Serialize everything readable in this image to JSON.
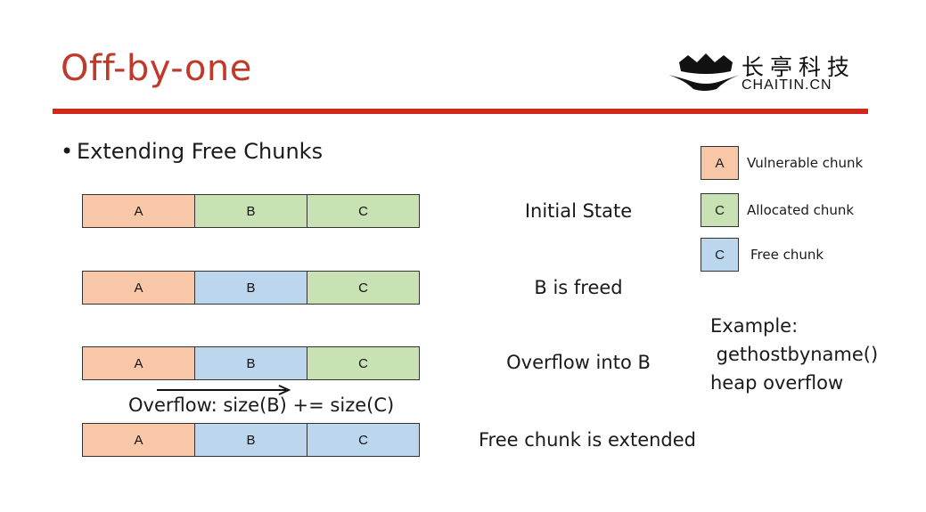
{
  "title": "Off-by-one",
  "logo": {
    "cn": "长亭科技",
    "en": "CHAITIN.CN"
  },
  "bullet": "Extending Free Chunks",
  "rows": [
    {
      "state": "Initial State",
      "cells": [
        {
          "label": "A",
          "kind": "vuln"
        },
        {
          "label": "B",
          "kind": "alloc"
        },
        {
          "label": "C",
          "kind": "alloc"
        }
      ]
    },
    {
      "state": "B is freed",
      "cells": [
        {
          "label": "A",
          "kind": "vuln"
        },
        {
          "label": "B",
          "kind": "free"
        },
        {
          "label": "C",
          "kind": "alloc"
        }
      ]
    },
    {
      "state": "Overflow into B",
      "cells": [
        {
          "label": "A",
          "kind": "vuln"
        },
        {
          "label": "B",
          "kind": "free"
        },
        {
          "label": "C",
          "kind": "alloc"
        }
      ]
    },
    {
      "state": "Free chunk is extended",
      "cells": [
        {
          "label": "A",
          "kind": "vuln"
        },
        {
          "label": "B",
          "kind": "free"
        },
        {
          "label": "C",
          "kind": "free"
        }
      ]
    }
  ],
  "overflow_note": "Overflow: size(B) += size(C)",
  "legend": [
    {
      "letter": "A",
      "label": "Vulnerable chunk",
      "color": "#f7c7a8"
    },
    {
      "letter": "C",
      "label": "Allocated chunk",
      "color": "#c9e2b4"
    },
    {
      "letter": "C",
      "label": "Free chunk",
      "color": "#bcd6ee"
    }
  ],
  "example": "Example:\n gethostbyname()\nheap overflow",
  "colors": {
    "title": "#c0392b",
    "rule": "#d0281a",
    "vulnerable": "#f7c7a8",
    "allocated": "#c9e2b4",
    "free": "#bcd6ee"
  }
}
